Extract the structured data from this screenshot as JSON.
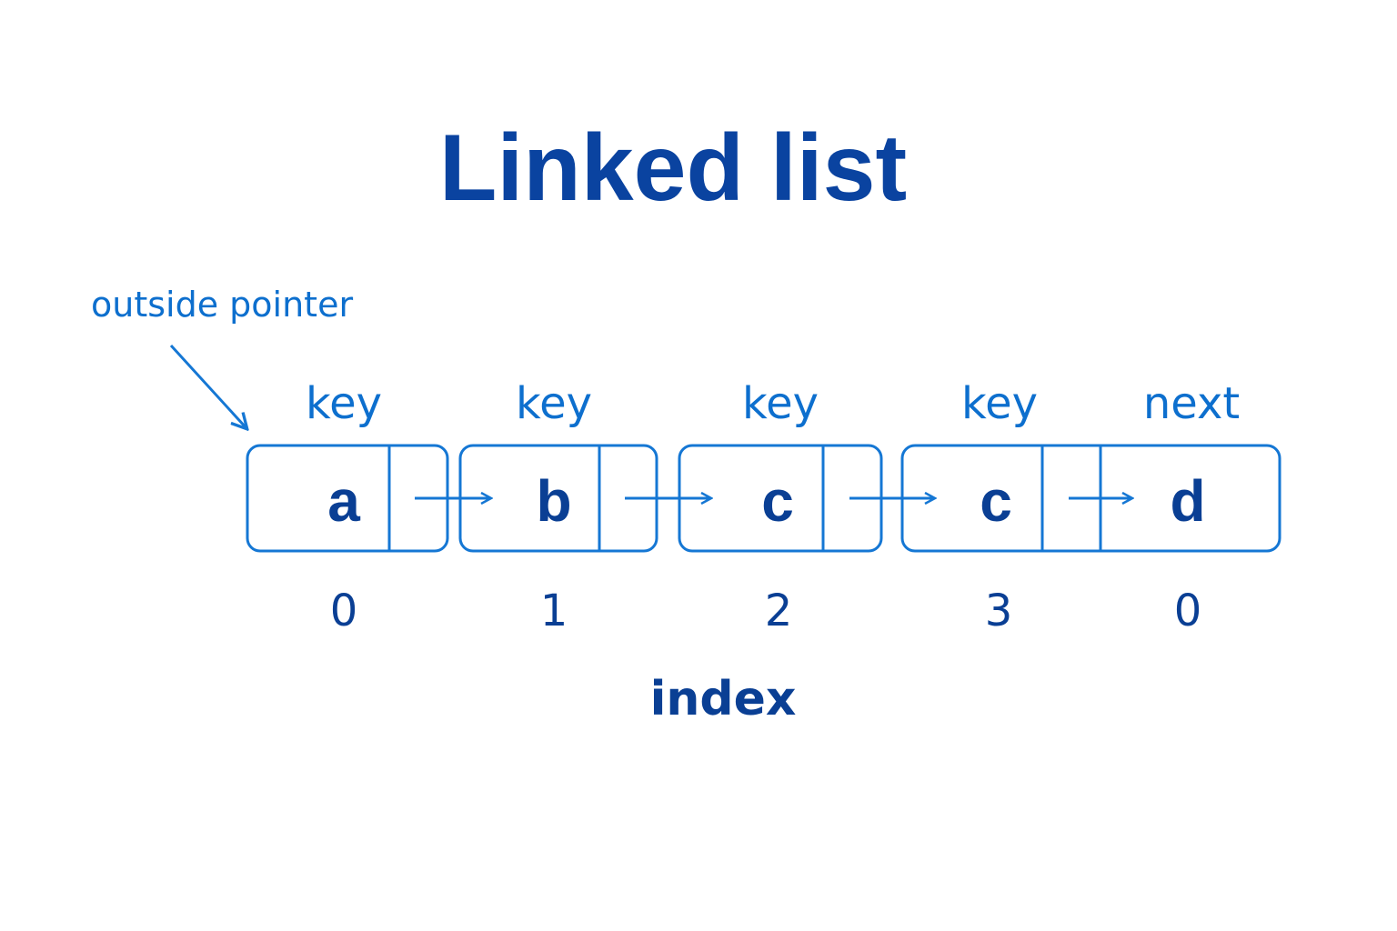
{
  "title": "Linked list",
  "pointer_label": "outside pointer",
  "column_headers": [
    "key",
    "key",
    "key",
    "key",
    "next"
  ],
  "nodes": [
    {
      "key": "a",
      "index": "0"
    },
    {
      "key": "b",
      "index": "1"
    },
    {
      "key": "c",
      "index": "2"
    },
    {
      "key": "c",
      "index": "3"
    },
    {
      "key": "d",
      "index": "0"
    }
  ],
  "index_label": "index",
  "colors": {
    "title": "#0a43a0",
    "stroke": "#1577d4",
    "label": "#0d6fce",
    "text_dark": "#0a3f94",
    "background": "#ffffff"
  }
}
